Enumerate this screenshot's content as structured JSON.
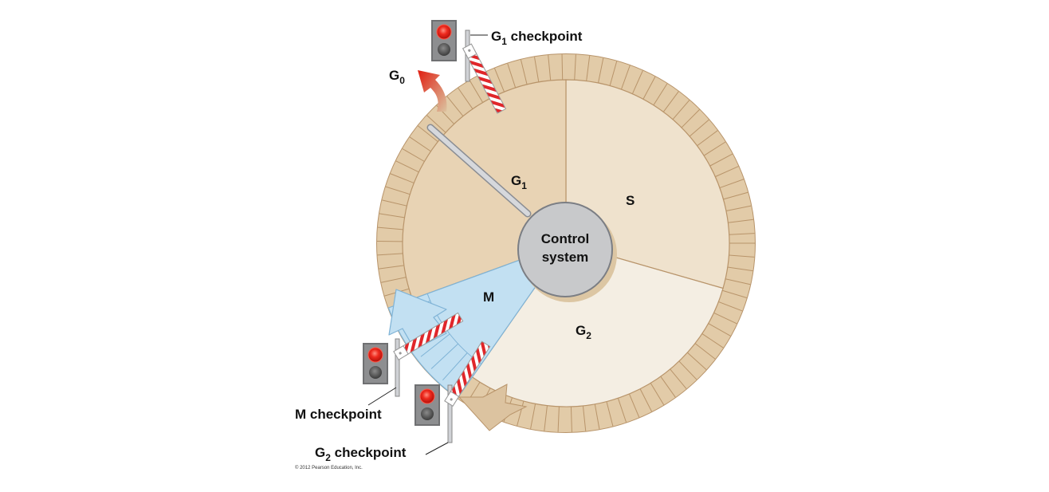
{
  "title": "Cell cycle control system",
  "phases": {
    "g1": {
      "label": "G",
      "sub": "1"
    },
    "s": {
      "label": "S"
    },
    "g2": {
      "label": "G",
      "sub": "2"
    },
    "m": {
      "label": "M"
    },
    "g0": {
      "label": "G",
      "sub": "0"
    }
  },
  "control_system": {
    "line1": "Control",
    "line2": "system"
  },
  "checkpoints": {
    "g1": {
      "prefix": "G",
      "sub": "1",
      "suffix": " checkpoint"
    },
    "m": {
      "text": "M checkpoint"
    },
    "g2": {
      "prefix": "G",
      "sub": "2",
      "suffix": " checkpoint"
    }
  },
  "copyright": "© 2012 Pearson Education, Inc.",
  "colors": {
    "track": "#e2cba8",
    "track_stroke": "#b8946a",
    "g1_fill": "#e8d3b4",
    "s_fill": "#efe2cd",
    "g2_fill": "#f4eee3",
    "m_fill": "#c2e0f2",
    "m_stroke": "#7fb3d6",
    "control": "#c8c9cb",
    "light_red": "#e8231f"
  }
}
